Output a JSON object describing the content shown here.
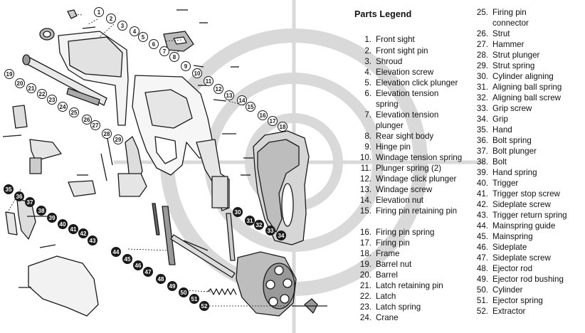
{
  "legend": {
    "title": "Parts Legend",
    "items": [
      {
        "num": "1.",
        "desc": "Front sight"
      },
      {
        "num": "2.",
        "desc": "Front sight pin"
      },
      {
        "num": "3.",
        "desc": "Shroud"
      },
      {
        "num": "4.",
        "desc": "Elevation screw"
      },
      {
        "num": "5.",
        "desc": "Elevation click plunger"
      },
      {
        "num": "6.",
        "desc": "Elevation tension spring"
      },
      {
        "num": "7.",
        "desc": "Elevation tension plunger"
      },
      {
        "num": "8.",
        "desc": "Rear sight body"
      },
      {
        "num": "9.",
        "desc": "Hinge pin"
      },
      {
        "num": "10.",
        "desc": "Windage tension spring"
      },
      {
        "num": "11.",
        "desc": "Plunger spring (2)"
      },
      {
        "num": "12.",
        "desc": "Windage click plunger"
      },
      {
        "num": "13.",
        "desc": "Windage screw"
      },
      {
        "num": "14.",
        "desc": "Elevation nut"
      },
      {
        "num": "15.",
        "desc": "Firing pin retaining pin"
      },
      {
        "num": "16.",
        "desc": "Firing pin spring"
      },
      {
        "num": "17.",
        "desc": "Firing pin"
      },
      {
        "num": "18.",
        "desc": "Frame"
      },
      {
        "num": "19.",
        "desc": "Barrel nut"
      },
      {
        "num": "20.",
        "desc": "Barrel"
      },
      {
        "num": "21.",
        "desc": "Latch retaining pin"
      },
      {
        "num": "22.",
        "desc": "Latch"
      },
      {
        "num": "23.",
        "desc": "Latch spring"
      },
      {
        "num": "24.",
        "desc": "Crane"
      },
      {
        "num": "25.",
        "desc": "Firing pin connector"
      },
      {
        "num": "26.",
        "desc": "Strut"
      },
      {
        "num": "27.",
        "desc": "Hammer"
      },
      {
        "num": "28.",
        "desc": "Strut plunger"
      },
      {
        "num": "29.",
        "desc": "Strut spring"
      },
      {
        "num": "30.",
        "desc": "Cylinder aligning"
      },
      {
        "num": "31.",
        "desc": "Aligning ball spring"
      },
      {
        "num": "32.",
        "desc": "Aligning ball screw"
      },
      {
        "num": "33.",
        "desc": "Grip screw"
      },
      {
        "num": "34.",
        "desc": "Grip"
      },
      {
        "num": "35.",
        "desc": "Hand"
      },
      {
        "num": "36.",
        "desc": "Bolt spring"
      },
      {
        "num": "37.",
        "desc": "Bolt plunger"
      },
      {
        "num": "38.",
        "desc": "Bolt"
      },
      {
        "num": "39.",
        "desc": "Hand spring"
      },
      {
        "num": "40.",
        "desc": "Trigger"
      },
      {
        "num": "41.",
        "desc": "Trigger stop screw"
      },
      {
        "num": "42.",
        "desc": "Sideplate screw"
      },
      {
        "num": "43.",
        "desc": "Trigger return spring"
      },
      {
        "num": "44.",
        "desc": "Mainspring guide"
      },
      {
        "num": "45.",
        "desc": "Mainspring"
      },
      {
        "num": "46.",
        "desc": "Sideplate"
      },
      {
        "num": "47.",
        "desc": "Sideplate screw"
      },
      {
        "num": "48.",
        "desc": "Ejector rod"
      },
      {
        "num": "49.",
        "desc": "Ejector rod bushing"
      },
      {
        "num": "50.",
        "desc": "Cylinder"
      },
      {
        "num": "51.",
        "desc": "Ejector spring"
      },
      {
        "num": "52.",
        "desc": "Extractor"
      }
    ]
  },
  "callouts": [
    "1",
    "2",
    "3",
    "4",
    "5",
    "6",
    "7",
    "8",
    "9",
    "10",
    "11",
    "12",
    "13",
    "14",
    "15",
    "16",
    "17",
    "18",
    "19",
    "20",
    "21",
    "22",
    "23",
    "24",
    "25",
    "26",
    "27",
    "28",
    "29",
    "30",
    "31",
    "32",
    "33",
    "34",
    "35",
    "36",
    "37",
    "38",
    "39",
    "40",
    "41",
    "42",
    "43",
    "44",
    "45",
    "46",
    "47",
    "48",
    "49",
    "50",
    "51",
    "52"
  ],
  "colors": {
    "ink": "#1a1a1a",
    "watermark": "#d9d9d9",
    "callout_fill": "#ffffff",
    "callout_dark": "#1a1a1a"
  }
}
